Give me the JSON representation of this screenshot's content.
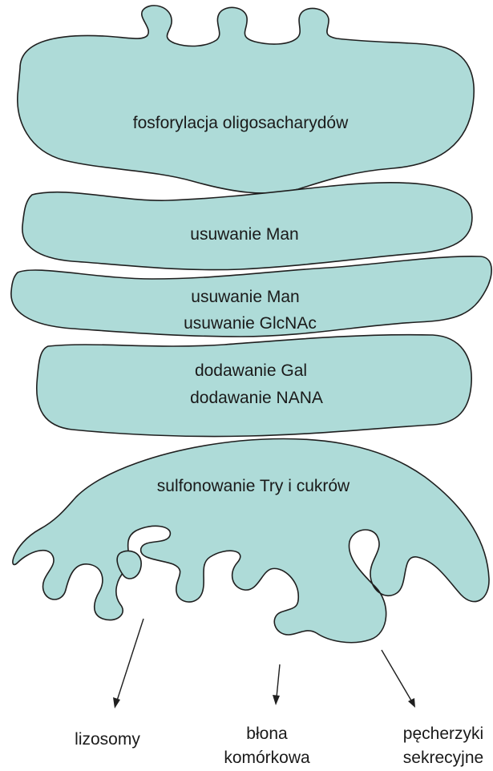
{
  "colors": {
    "cisterna_fill": "#aedbd8",
    "outline": "#1f1f1f",
    "text": "#1a1a1a"
  },
  "cisternae": [
    {
      "lines": [
        "fosforylacja oligosacharydów"
      ]
    },
    {
      "lines": [
        "usuwanie Man"
      ]
    },
    {
      "lines": [
        "usuwanie Man",
        "usuwanie GlcNAc"
      ]
    },
    {
      "lines": [
        "dodawanie Gal",
        "dodawanie NANA"
      ]
    },
    {
      "lines": [
        "sulfonowanie Try i cukrów"
      ]
    }
  ],
  "destinations": [
    {
      "lines": [
        "lizosomy"
      ]
    },
    {
      "lines": [
        "błona",
        "komórkowa"
      ]
    },
    {
      "lines": [
        "pęcherzyki",
        "sekrecyjne"
      ]
    }
  ]
}
